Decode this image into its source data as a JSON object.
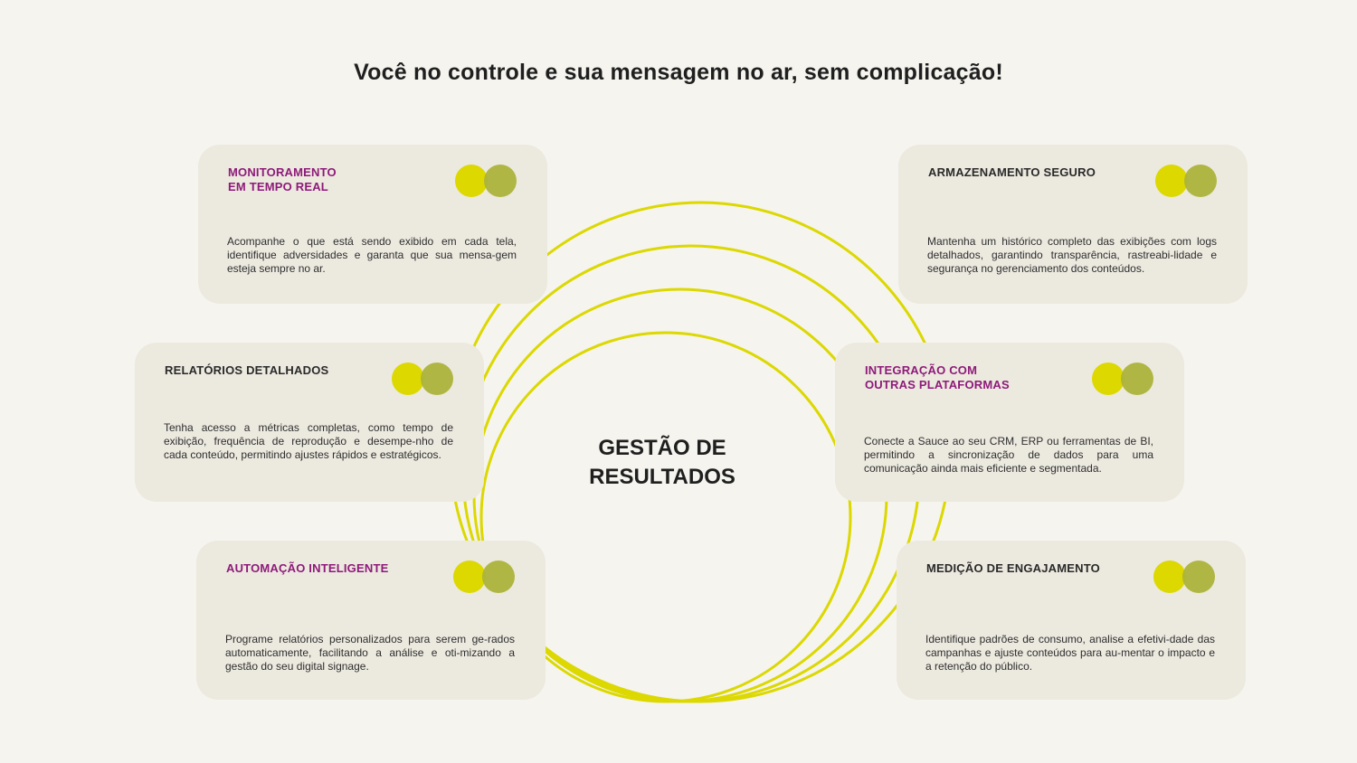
{
  "page": {
    "title": "Você no controle e sua mensagem no ar, sem complicação!",
    "center_line1": "GESTÃO DE",
    "center_line2": "RESULTADOS"
  },
  "colors": {
    "background": "#f5f4ef",
    "card": "#ece9df",
    "accent_title": "#8e1a7a",
    "ring": "#dcd800",
    "dot_light": "#dcd800",
    "dot_dark": "#acb33a"
  },
  "cards": [
    {
      "title": "MONITORAMENTO\nEM TEMPO REAL",
      "text": "Acompanhe o que está sendo exibido em cada tela, identifique adversidades e garanta que sua mensa-gem esteja sempre no ar."
    },
    {
      "title": "ARMAZENAMENTO SEGURO",
      "text": "Mantenha um histórico completo das exibições com logs detalhados, garantindo transparência, rastreabi-lidade e segurança no gerenciamento dos conteúdos."
    },
    {
      "title": "RELATÓRIOS DETALHADOS",
      "text": "Tenha acesso a métricas completas, como tempo de exibição, frequência de reprodução e desempe-nho de cada conteúdo, permitindo ajustes rápidos e estratégicos."
    },
    {
      "title": "INTEGRAÇÃO COM\nOUTRAS PLATAFORMAS",
      "text": "Conecte a Sauce ao seu CRM, ERP ou ferramentas de BI, permitindo a sincronização de dados para uma comunicação ainda mais eficiente e segmentada."
    },
    {
      "title": "AUTOMAÇÃO INTELIGENTE",
      "text": "Programe relatórios personalizados para serem ge-rados automaticamente, facilitando a análise e oti-mizando a gestão do seu digital signage."
    },
    {
      "title": "MEDIÇÃO DE ENGAJAMENTO",
      "text": "Identifique padrões de consumo, analise a efetivi-dade das campanhas e ajuste conteúdos para au-mentar o impacto e a retenção do público."
    }
  ]
}
